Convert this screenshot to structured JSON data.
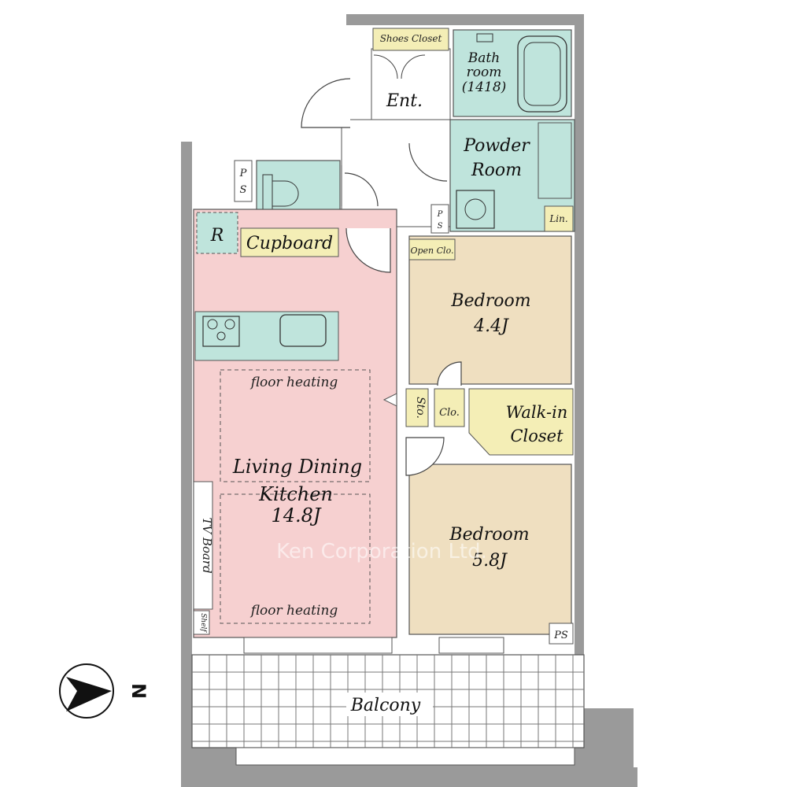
{
  "rooms": {
    "shoes_closet": "Shoes Closet",
    "bath_line1": "Bath",
    "bath_line2": "room",
    "bath_line3": "(1418)",
    "entrance": "Ent.",
    "powder_line1": "Powder",
    "powder_line2": "Room",
    "ps_top": "P",
    "ps_bottom": "S",
    "linen": "Lin.",
    "refrigerator": "R",
    "cupboard": "Cupboard",
    "open_closet": "Open Clo.",
    "bedroom1_name": "Bedroom",
    "bedroom1_size": "4.4J",
    "storage": "Sto.",
    "closet": "Clo.",
    "walkin_line1": "Walk-in",
    "walkin_line2": "Closet",
    "floor_heating_1": "floor heating",
    "floor_heating_2": "floor heating",
    "ldk_line1": "Living Dining",
    "ldk_line2": "Kitchen",
    "ldk_size": "14.8J",
    "tv_board": "TV Board",
    "shelf": "Shelf",
    "bedroom2_name": "Bedroom",
    "bedroom2_size": "5.8J",
    "ps_corner": "PS",
    "balcony": "Balcony",
    "north_symbol": "N",
    "watermark": "Ken Corporation Ltd."
  },
  "colors": {
    "wall": "#9a9a9a",
    "ldk": "#f6d0d0",
    "bedroom": "#efdfc0",
    "wet": "#bfe4dc",
    "storage": "#f4eeb6"
  }
}
